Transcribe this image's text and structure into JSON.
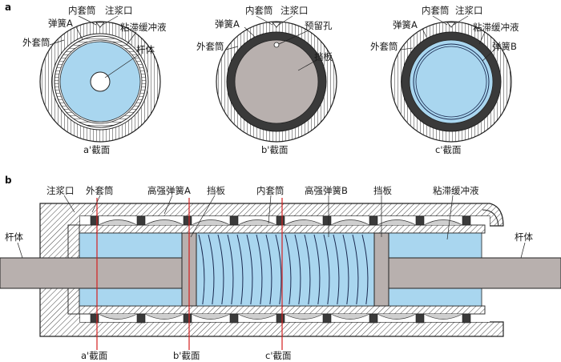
{
  "panel_a": {
    "tag": "a",
    "circle1": {
      "caption": "a'截面",
      "labels": {
        "inner_sleeve": "内套筒",
        "grout_port": "注浆口",
        "spring_a": "弹簧A",
        "viscous_fluid": "粘滞缓冲液",
        "outer_sleeve": "外套筒",
        "rod": "杆体"
      }
    },
    "circle2": {
      "caption": "b'截面",
      "labels": {
        "inner_sleeve": "内套筒",
        "grout_port": "注浆口",
        "spring_a": "弹簧A",
        "reserved_hole": "预留孔",
        "outer_sleeve": "外套筒",
        "baffle": "挡板"
      }
    },
    "circle3": {
      "caption": "c'截面",
      "labels": {
        "inner_sleeve": "内套筒",
        "grout_port": "注浆口",
        "spring_a": "弹簧A",
        "viscous_fluid": "粘滞缓冲液",
        "outer_sleeve": "外套筒",
        "spring_b": "弹簧B"
      }
    }
  },
  "panel_b": {
    "tag": "b",
    "top_labels": {
      "grout_port": "注浆口",
      "outer_sleeve": "外套筒",
      "spring_a": "高强弹簧A",
      "baffle_left": "挡板",
      "inner_sleeve": "内套筒",
      "spring_b": "高强弹簧B",
      "baffle_right": "挡板",
      "viscous_fluid": "粘滞缓冲液"
    },
    "rod_left": "杆体",
    "rod_right": "杆体",
    "section_a": "a'截面",
    "section_b": "b'截面",
    "section_c": "c'截面"
  },
  "colors": {
    "fluid": "#a9d6ef",
    "rod": "#b8b0ae",
    "dark_ring": "#3a3a3a",
    "section_line": "#d42020",
    "spring_coil": "#1a2a50"
  }
}
